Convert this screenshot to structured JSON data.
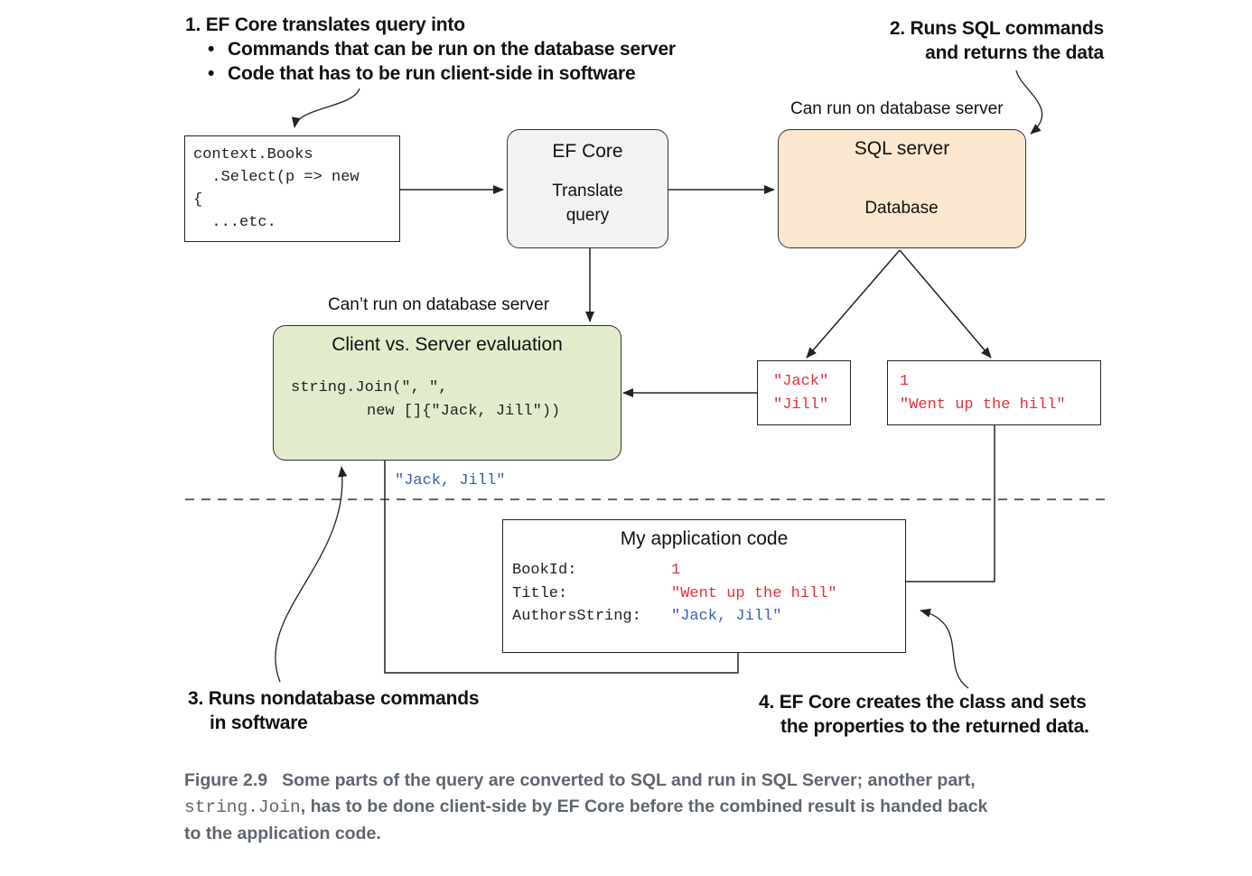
{
  "step1": {
    "heading": "1. EF Core translates query into",
    "bullets": [
      "Commands that can be run on the database server",
      "Code that has to be run client-side in software"
    ]
  },
  "step2": {
    "line1": "2. Runs SQL commands",
    "line2": "and returns the data"
  },
  "step3": {
    "line1": "3. Runs nondatabase commands",
    "line2": "in software"
  },
  "step4": {
    "line1": "4. EF Core creates the class and sets",
    "line2": "the properties to the returned data."
  },
  "query_code": {
    "lines": [
      "context.Books",
      "  .Select(p => new",
      "{",
      "  ...etc."
    ]
  },
  "ef_core": {
    "title": "EF Core",
    "sub1": "Translate",
    "sub2": "query"
  },
  "sql_server": {
    "caption": "Can run on database server",
    "title": "SQL server",
    "database": "Database"
  },
  "client_eval": {
    "caption": "Can’t run on database server",
    "title": "Client vs. Server evaluation",
    "code1": "string.Join(\", \",",
    "code2": "new []{\"Jack, Jill\"))"
  },
  "names_result": {
    "line1": "\"Jack\"",
    "line2": "\"Jill\""
  },
  "book_result": {
    "line1": "1",
    "line2": "\"Went up the hill\""
  },
  "joined_result": "\"Jack, Jill\"",
  "app_code": {
    "title": "My application code",
    "rows": [
      {
        "name": "BookId:",
        "value": "1"
      },
      {
        "name": "Title:",
        "value": "\"Went up the hill\""
      },
      {
        "name": "AuthorsString:",
        "value": "\"Jack, Jill\""
      }
    ]
  },
  "caption": {
    "figure": "Figure 2.9",
    "part1": "Some parts of the query are converted to SQL and run in SQL Server; another part,",
    "code": "string.Join",
    "part2": ", has to be done client-side by EF Core before the combined result is handed back",
    "part3": "to the application code."
  },
  "colors": {
    "ef_core_fill": "#f1f2f4",
    "sql_server_fill": "#fbe7cf",
    "client_eval_fill": "#e2eccc",
    "db_value_red": "#e0303a",
    "client_value_blue": "#3a5fb0",
    "caption_gray": "#5f6670"
  }
}
